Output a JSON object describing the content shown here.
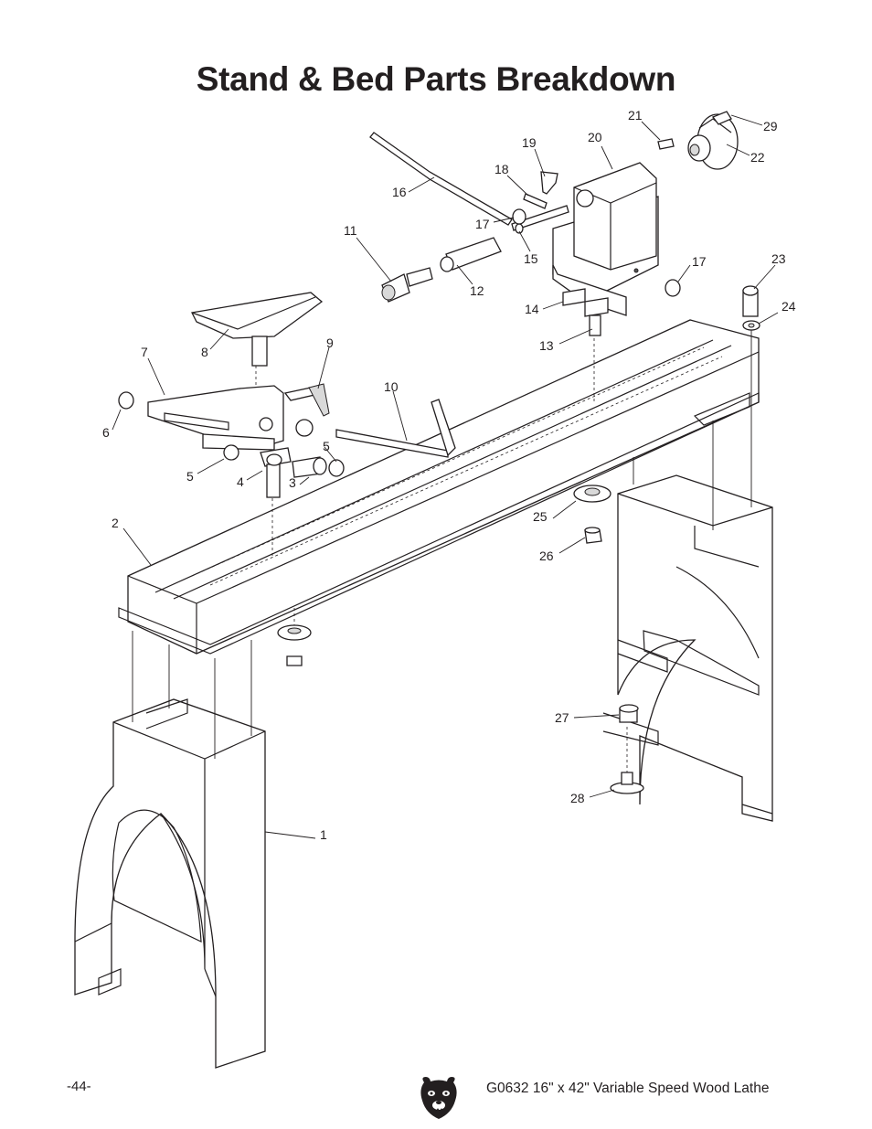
{
  "title": "Stand & Bed Parts Breakdown",
  "page_number": "-44-",
  "footer_title": "G0632 16\" x 42\" Variable Speed Wood Lathe",
  "logo_icon": "bear-head-logo",
  "part_labels": {
    "p1": "1",
    "p2": "2",
    "p3": "3",
    "p4": "4",
    "p5a": "5",
    "p5b": "5",
    "p6": "6",
    "p7": "7",
    "p8": "8",
    "p9": "9",
    "p10": "10",
    "p11": "11",
    "p12": "12",
    "p13": "13",
    "p14": "14",
    "p15": "15",
    "p16": "16",
    "p17a": "17",
    "p17b": "17",
    "p18": "18",
    "p19": "19",
    "p20": "20",
    "p21": "21",
    "p22": "22",
    "p23": "23",
    "p24": "24",
    "p25": "25",
    "p26": "26",
    "p27": "27",
    "p28": "28",
    "p29": "29"
  }
}
